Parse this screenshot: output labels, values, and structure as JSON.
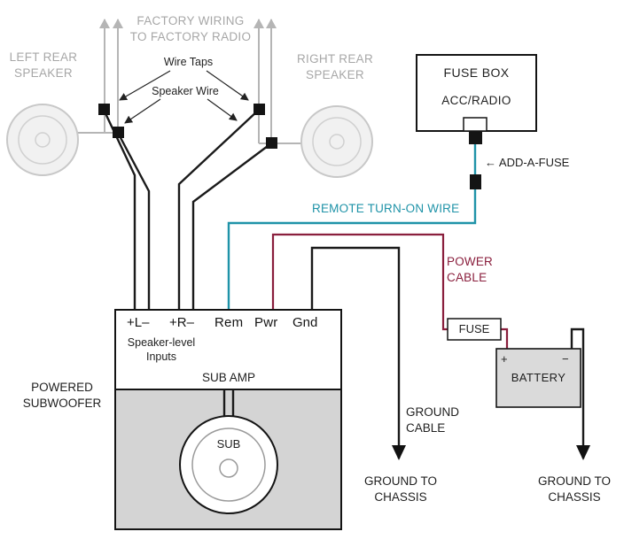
{
  "colors": {
    "remote": "#1f93a8",
    "power": "#8a1f3d",
    "gray_text": "#a7a7a7",
    "wire_black": "#1a1a1a",
    "factory_gray": "#b5b5b5"
  },
  "factory": {
    "wiring_label": "FACTORY WIRING\nTO FACTORY RADIO",
    "left_speaker": "LEFT REAR\nSPEAKER",
    "right_speaker": "RIGHT REAR\nSPEAKER",
    "wire_taps": "Wire Taps",
    "speaker_wire": "Speaker Wire"
  },
  "fuse_box": {
    "title": "FUSE BOX",
    "slot": "ACC/RADIO",
    "add_a_fuse": "← ADD-A-FUSE"
  },
  "remote_wire_label": "REMOTE TURN-ON WIRE",
  "power_cable_label": "POWER\nCABLE",
  "amp": {
    "t_left": "+L–",
    "t_right": "+R–",
    "t_rem": "Rem",
    "t_pwr": "Pwr",
    "t_gnd": "Gnd",
    "inputs": "Speaker-level\nInputs",
    "title": "SUB AMP",
    "sub": "SUB",
    "enclosure": "POWERED\nSUBWOOFER"
  },
  "power": {
    "fuse": "FUSE",
    "battery": "BATTERY",
    "plus": "+",
    "minus": "−"
  },
  "ground": {
    "cable": "GROUND\nCABLE",
    "chassis_left": "GROUND TO\nCHASSIS",
    "chassis_right": "GROUND TO\nCHASSIS"
  }
}
